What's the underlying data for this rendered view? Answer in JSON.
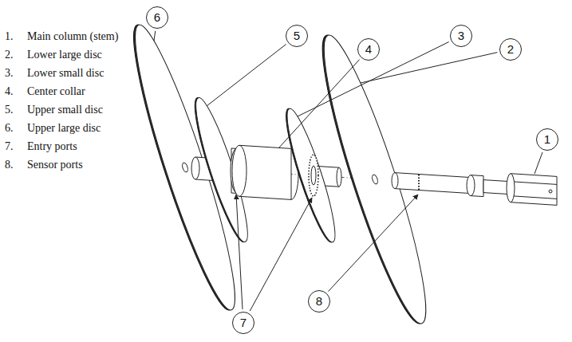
{
  "diagram": {
    "nodes": [
      {
        "text": [
          "6"
        ]
      },
      {
        "text": [
          "5"
        ]
      },
      {
        "text": [
          "3"
        ]
      },
      {
        "text": [
          "4"
        ]
      },
      {
        "text": [
          "2"
        ]
      },
      {
        "text": [
          "1"
        ]
      },
      {
        "text": [
          "8"
        ]
      },
      {
        "text": [
          "7"
        ]
      }
    ],
    "labels": [
      "1.",
      "Main column (stem)",
      "2.",
      "Lower large disc",
      "3.",
      "Lower small disc",
      "4.",
      "Center collar",
      "5.",
      "Upper small disc",
      "6.",
      "Upper large disc",
      "7.",
      "Entry ports",
      "8.",
      "Sensor ports"
    ]
  }
}
